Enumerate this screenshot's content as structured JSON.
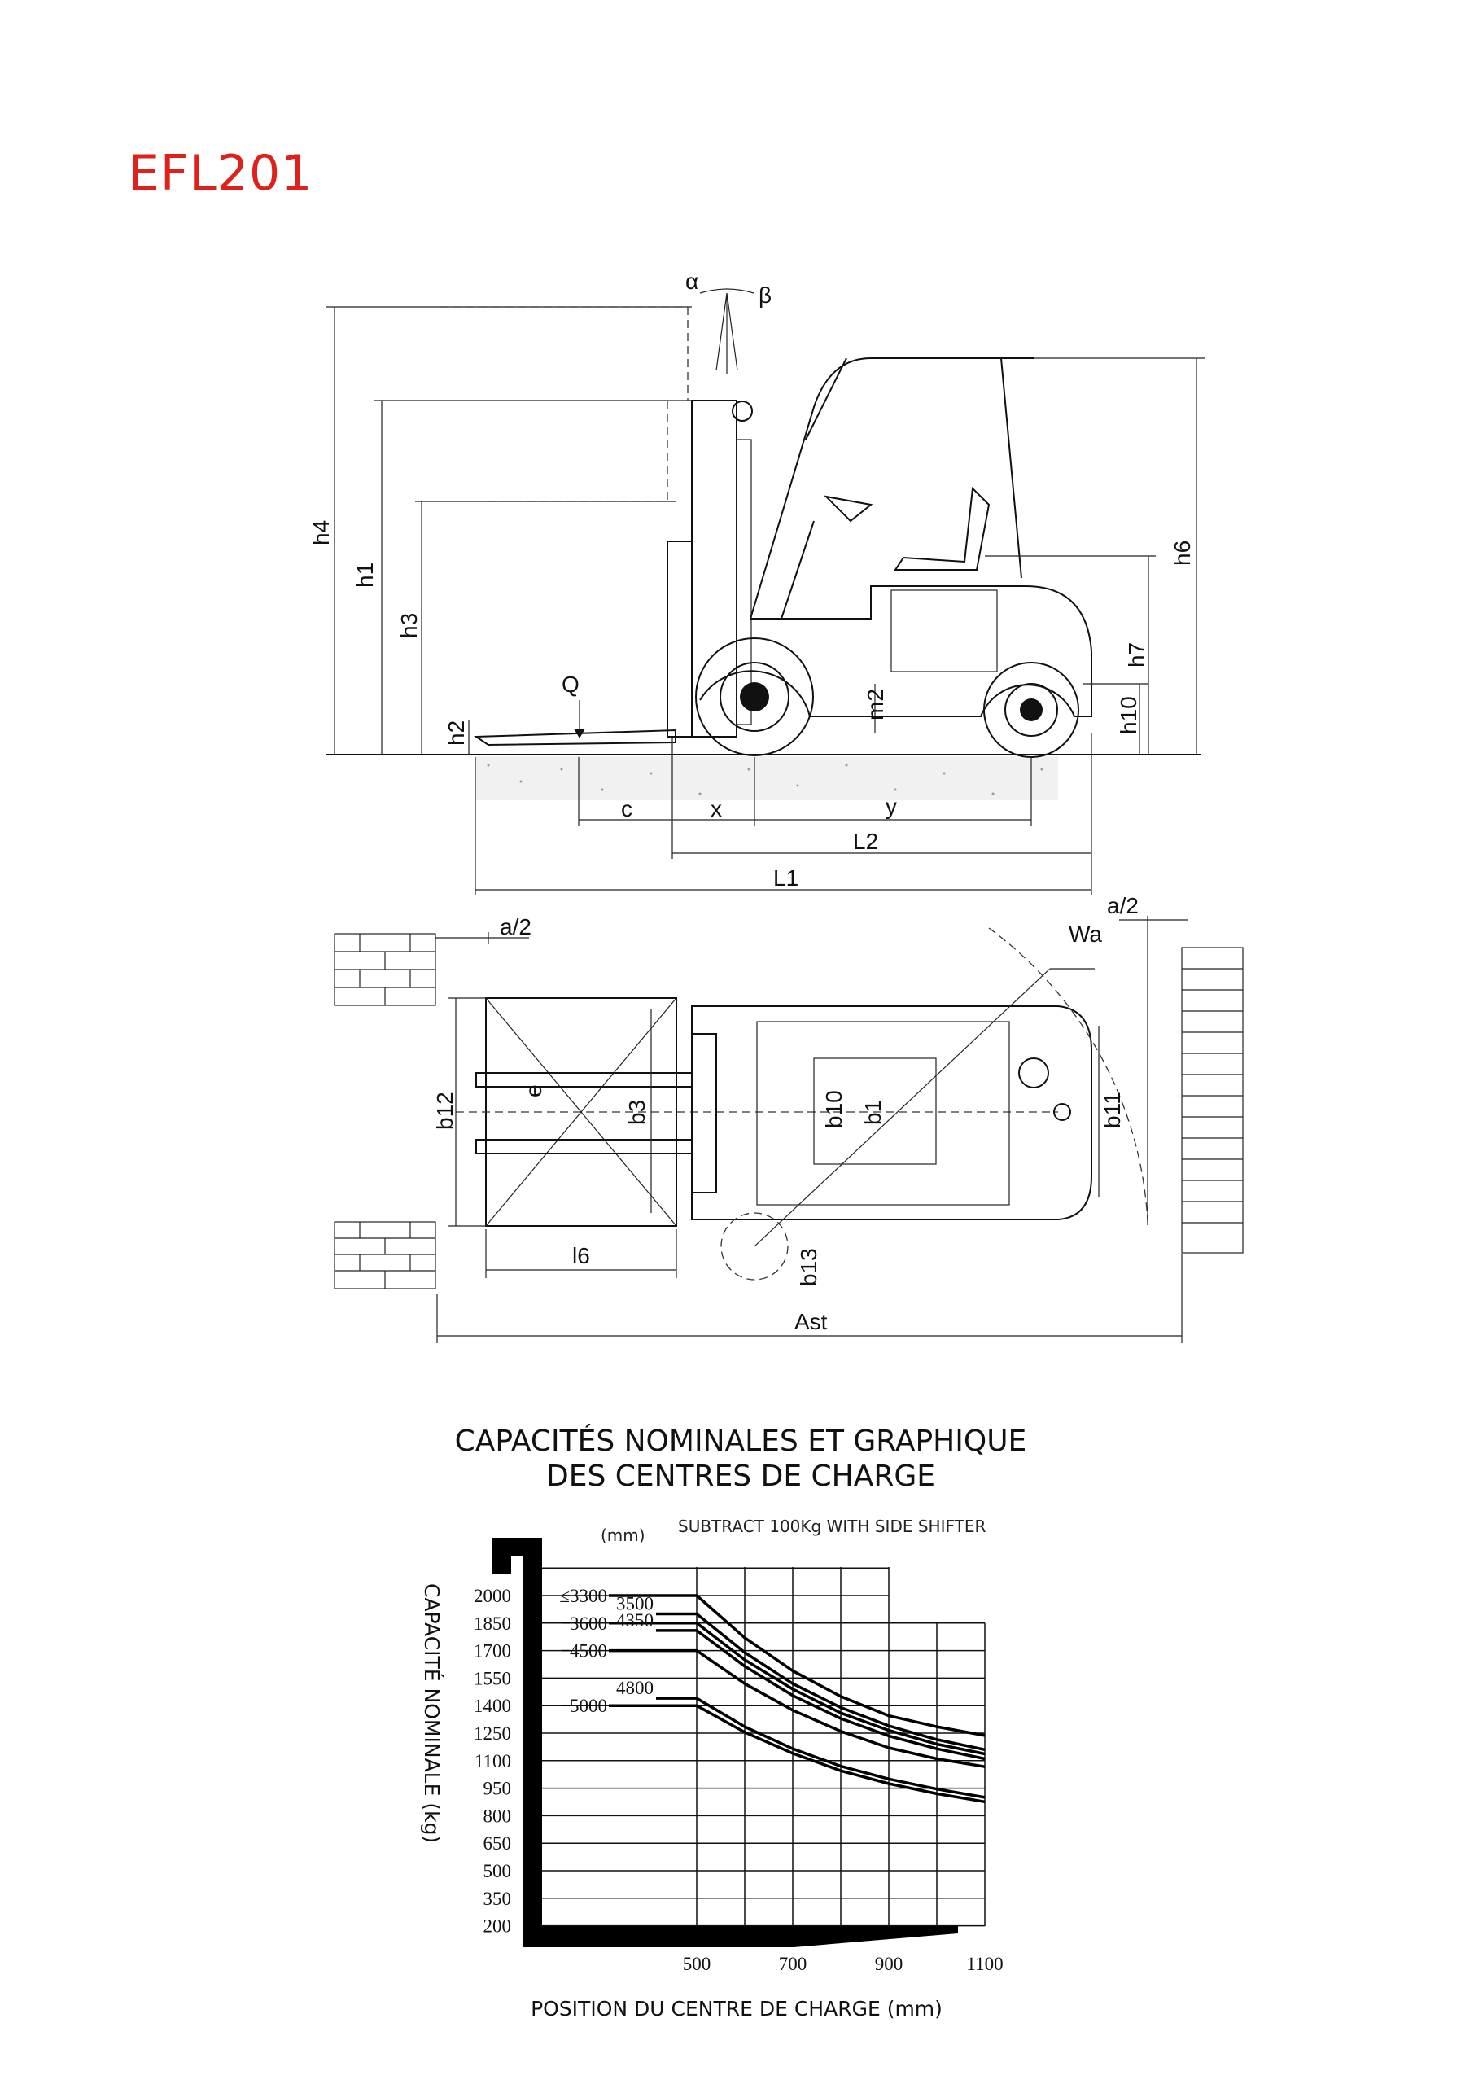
{
  "title": "EFL201",
  "side_view": {
    "labels": {
      "alpha": "α",
      "beta": "β",
      "h4": "h4",
      "h1": "h1",
      "h3": "h3",
      "h2": "h2",
      "Q": "Q",
      "m2": "m2",
      "h7": "h7",
      "h10": "h10",
      "h6": "h6",
      "c": "c",
      "x": "x",
      "y": "y",
      "L2": "L2",
      "L1": "L1"
    }
  },
  "top_view": {
    "labels": {
      "a2_left": "a/2",
      "Wa": "Wa",
      "a2_right": "a/2",
      "e": "e",
      "b12": "b12",
      "b3": "b3",
      "b10": "b10",
      "b1": "b1",
      "b11": "b11",
      "l6": "l6",
      "b13": "b13",
      "Ast": "Ast"
    }
  },
  "chart_data": {
    "type": "line",
    "title": "CAPACITÉS NOMINALES ET GRAPHIQUE DES CENTRES DE CHARGE",
    "title_lines": [
      "CAPACITÉS NOMINALES ET GRAPHIQUE",
      "DES CENTRES DE CHARGE"
    ],
    "note": "SUBTRACT  100Kg  WITH  SIDE  SHIFTER",
    "series_unit": "(mm)",
    "xlabel": "POSITION DU CENTRE DE CHARGE (mm)",
    "ylabel": "CAPACITÉ NOMINALE  (kg)",
    "xticks": [
      500,
      700,
      900,
      1100
    ],
    "yticks": [
      2000,
      1850,
      1700,
      1550,
      1400,
      1250,
      1100,
      950,
      800,
      650,
      500,
      350,
      200
    ],
    "xlim": [
      180,
      1100
    ],
    "ylim": [
      200,
      2150
    ],
    "grid": true,
    "x": [
      500,
      600,
      700,
      800,
      900,
      1000,
      1100
    ],
    "series": [
      {
        "name": "≤3300",
        "values": [
          2000,
          1770,
          1590,
          1450,
          1345,
          1285,
          1237
        ]
      },
      {
        "name": "3500",
        "values": [
          1900,
          1690,
          1520,
          1390,
          1290,
          1215,
          1160
        ]
      },
      {
        "name": "3600",
        "values": [
          1850,
          1650,
          1490,
          1360,
          1265,
          1190,
          1137
        ]
      },
      {
        "name": "4350",
        "values": [
          1810,
          1615,
          1455,
          1330,
          1235,
          1165,
          1110
        ]
      },
      {
        "name": "4500",
        "values": [
          1700,
          1520,
          1375,
          1260,
          1170,
          1110,
          1067
        ]
      },
      {
        "name": "4800",
        "values": [
          1440,
          1285,
          1165,
          1070,
          1000,
          945,
          900
        ]
      },
      {
        "name": "5000",
        "values": [
          1400,
          1255,
          1140,
          1045,
          975,
          920,
          876
        ]
      }
    ]
  }
}
